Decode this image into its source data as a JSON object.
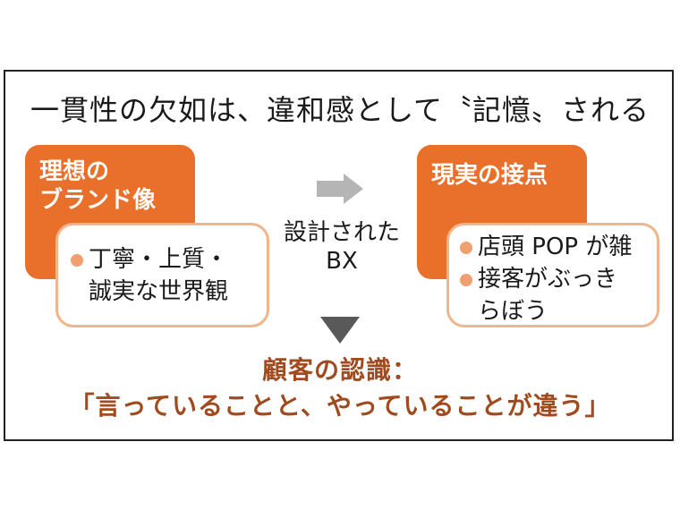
{
  "title": "一貫性の欠如は、違和感として〝記憶〟される",
  "left": {
    "heading_line1": "理想の",
    "heading_line2": "ブランド像",
    "bullets": [
      {
        "lines": [
          "丁寧・上質・",
          "誠実な世界観"
        ]
      }
    ]
  },
  "center": {
    "line1": "設計された",
    "line2": "BX"
  },
  "right": {
    "heading": "現実の接点",
    "bullets": [
      {
        "lines": [
          "店頭 POP が雑"
        ]
      },
      {
        "lines": [
          "接客がぶっき",
          "らぼう"
        ]
      }
    ]
  },
  "recognition": {
    "label": "顧客の認識：",
    "quote": "「言っていることと、やっていることが違う」"
  },
  "colors": {
    "orange": "#e8702a",
    "light_orange_border": "#f0b58a",
    "bullet_dot": "#f0a070",
    "arrow_gray": "#b5b5b5",
    "triangle_dark": "#595959",
    "recognition_text": "#a04a1e"
  },
  "icons": [
    "right-arrow-icon",
    "down-triangle-icon",
    "bullet-dot-icon"
  ]
}
